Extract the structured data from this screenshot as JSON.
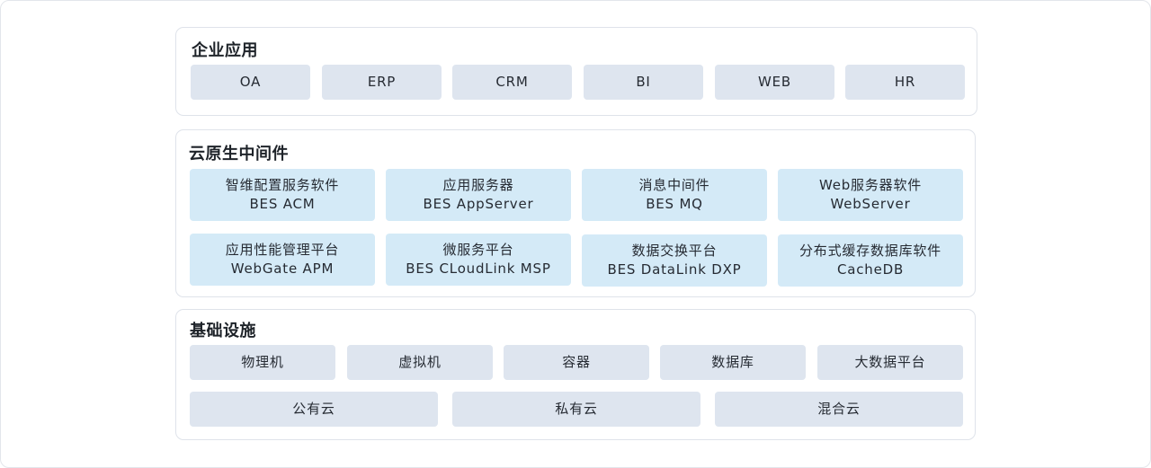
{
  "enterprise_apps": {
    "title": "企业应用",
    "items": [
      "OA",
      "ERP",
      "CRM",
      "BI",
      "WEB",
      "HR"
    ]
  },
  "cloud_native_middleware": {
    "title": "云原生中间件",
    "items": [
      {
        "name": "智维配置服务软件",
        "product": "BES ACM"
      },
      {
        "name": "应用服务器",
        "product": "BES AppServer"
      },
      {
        "name": "消息中间件",
        "product": "BES MQ"
      },
      {
        "name": "Web服务器软件",
        "product": "WebServer"
      },
      {
        "name": "应用性能管理平台",
        "product": "WebGate APM"
      },
      {
        "name": "微服务平台",
        "product": "BES CLoudLink MSP"
      },
      {
        "name": "数据交换平台",
        "product": "BES DataLink DXP"
      },
      {
        "name": "分布式缓存数据库软件",
        "product": "CacheDB"
      }
    ]
  },
  "infrastructure": {
    "title": "基础设施",
    "row1": [
      "物理机",
      "虚拟机",
      "容器",
      "数据库",
      "大数据平台"
    ],
    "row2": [
      "公有云",
      "私有云",
      "混合云"
    ]
  },
  "colors": {
    "app_box": "#dee5ef",
    "middleware_box": "#d4eaf7",
    "border": "#dfe3ea"
  }
}
